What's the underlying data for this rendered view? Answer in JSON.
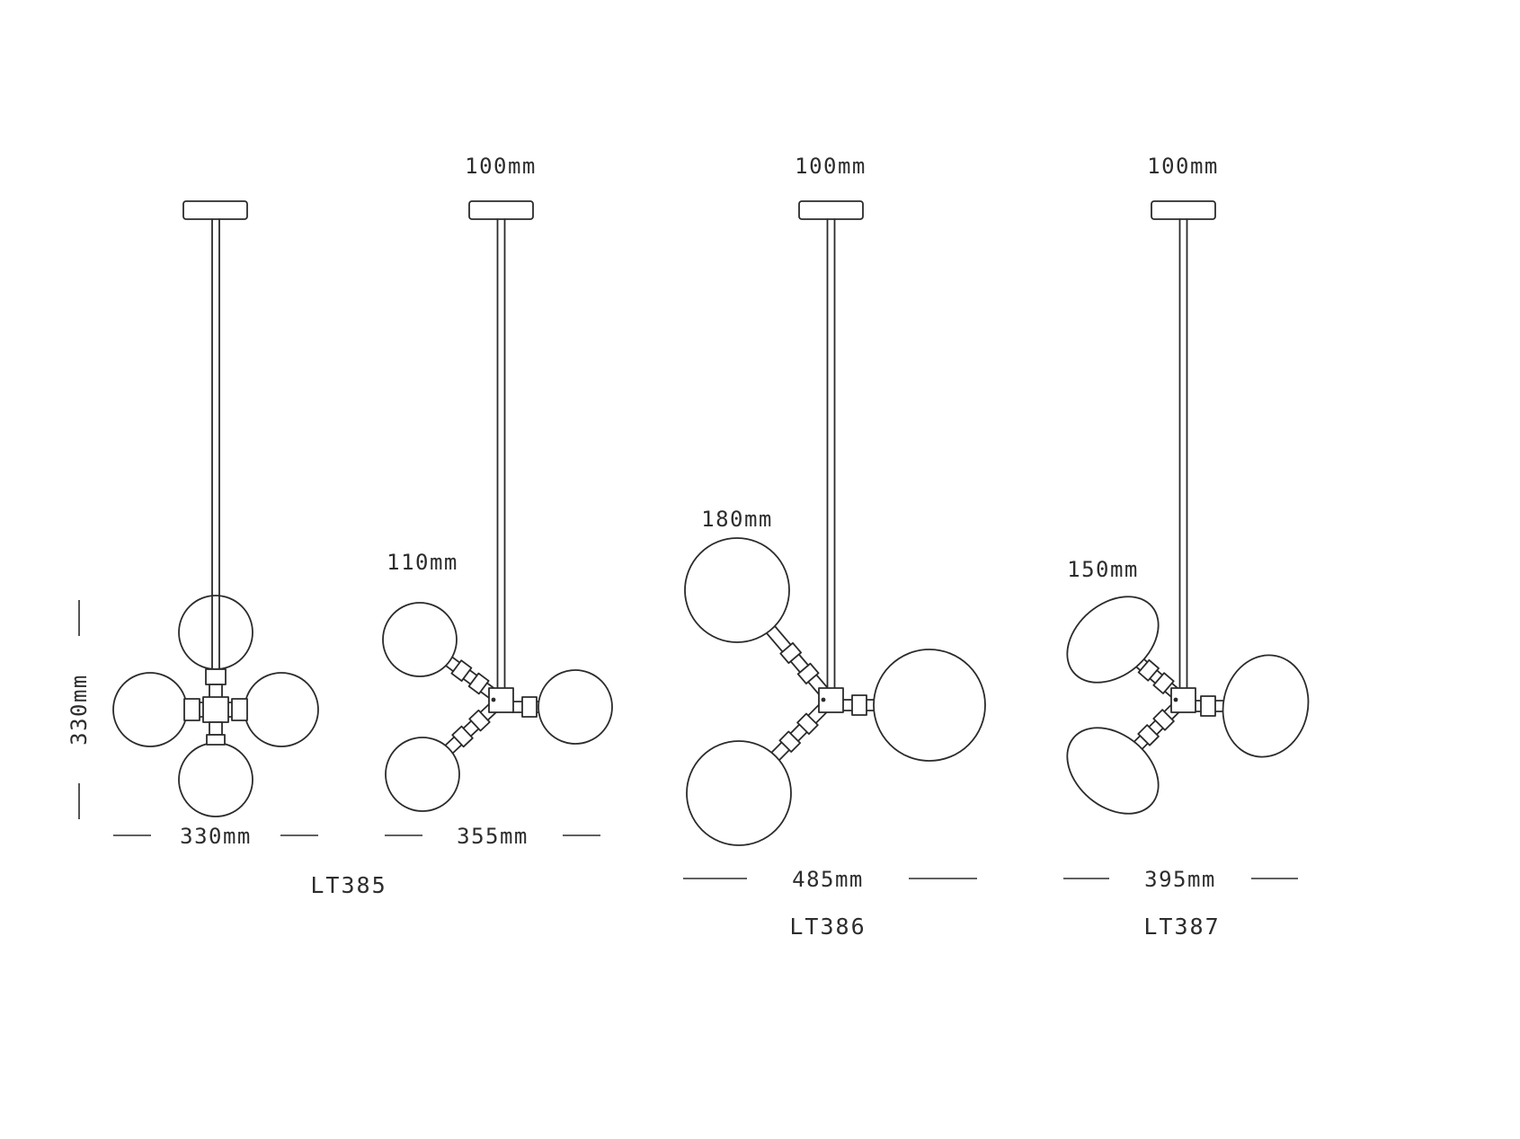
{
  "page": {
    "background": "#ffffff",
    "line_color": "#2b2b2b"
  },
  "drawings": {
    "lt385_side": {
      "height_dim": "330mm",
      "width_dim": "330mm",
      "label": "LT385"
    },
    "lt385_plan": {
      "canopy_dim": "100mm",
      "globe_dim": "110mm",
      "width_dim": "355mm"
    },
    "lt386": {
      "canopy_dim": "100mm",
      "globe_dim": "180mm",
      "width_dim": "485mm",
      "label": "LT386"
    },
    "lt387": {
      "canopy_dim": "100mm",
      "shade_dim": "150mm",
      "width_dim": "395mm",
      "label": "LT387"
    }
  }
}
